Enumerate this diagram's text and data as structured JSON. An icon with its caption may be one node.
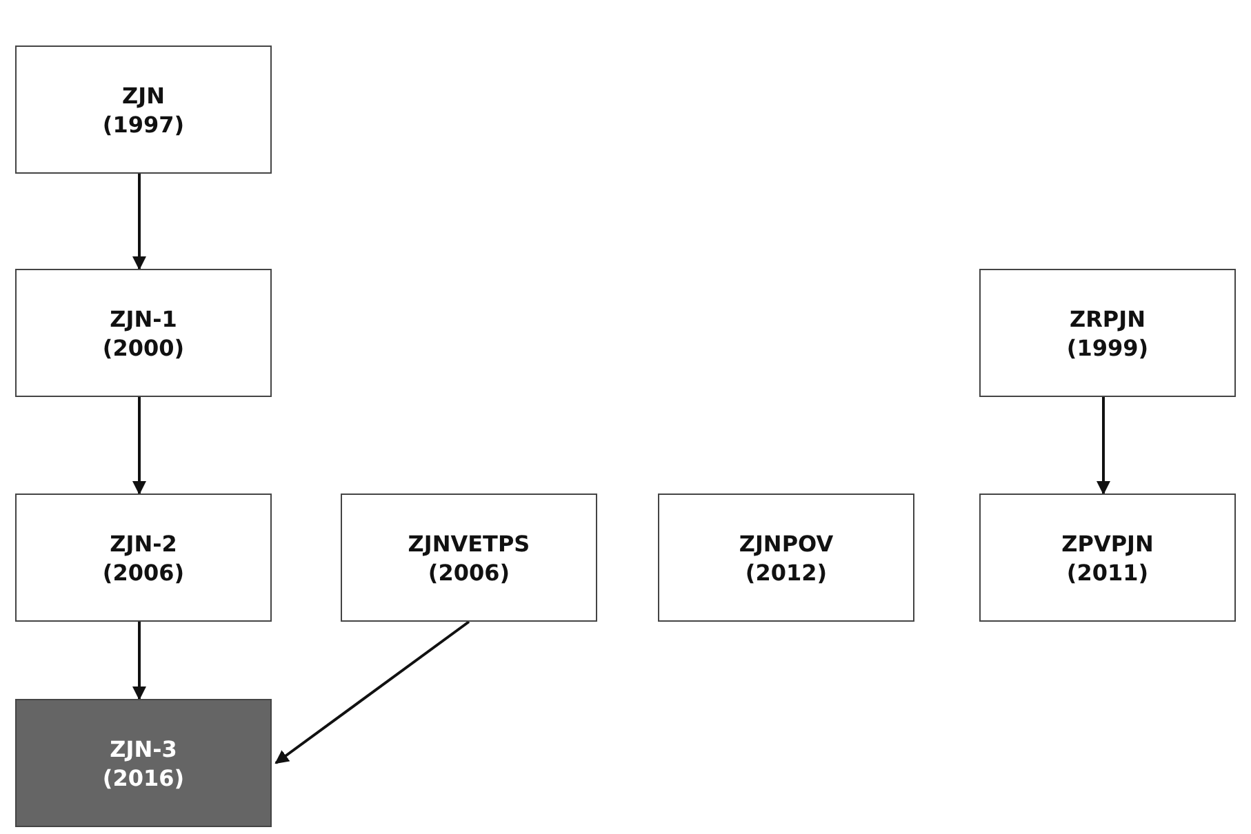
{
  "diagram": {
    "nodes": [
      {
        "text": [
          "ZJN",
          "(1997)"
        ]
      },
      {
        "text": [
          "ZJN-1",
          "(2000)"
        ]
      },
      {
        "text": [
          "ZJN-2",
          "(2006)"
        ]
      },
      {
        "text": [
          "ZJNVETPS",
          "(2006)"
        ]
      },
      {
        "text": [
          "ZJNPOV",
          "(2012)"
        ]
      },
      {
        "text": [
          "ZRPJN",
          "(1999)"
        ]
      },
      {
        "text": [
          "ZPVPJN",
          "(2011)"
        ]
      },
      {
        "text": [
          "ZJN-3",
          "(2016)"
        ]
      }
    ],
    "edges": [
      {
        "from": 0,
        "to": 1,
        "arrow": "to"
      },
      {
        "from": 1,
        "to": 2,
        "arrow": "to"
      },
      {
        "from": 2,
        "to": 7,
        "arrow": "to"
      },
      {
        "from": 3,
        "to": 7,
        "arrow": "to"
      },
      {
        "from": 5,
        "to": 6,
        "arrow": "to"
      }
    ]
  }
}
